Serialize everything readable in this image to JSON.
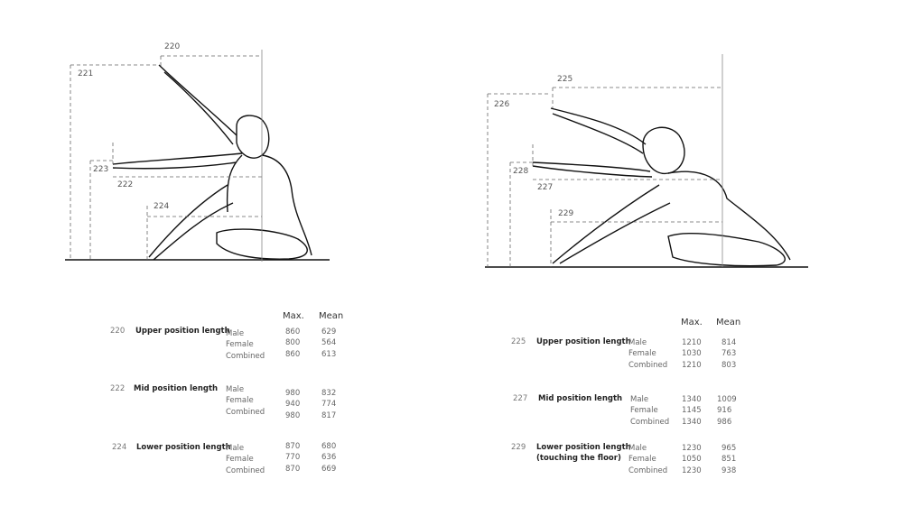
{
  "left": {
    "dims": [
      "220",
      "221",
      "223",
      "222",
      "224"
    ],
    "headers": {
      "max": "Max.",
      "mean": "Mean"
    },
    "rows": [
      {
        "id": "220",
        "name": "Upper position length",
        "groups": [
          "Male",
          "Female",
          "Combined"
        ],
        "max": [
          "860",
          "800",
          "860"
        ],
        "mean": [
          "629",
          "564",
          "613"
        ]
      },
      {
        "id": "222",
        "name": "Mid position length",
        "groups": [
          "Male",
          "Female",
          "Combined"
        ],
        "max": [
          "980",
          "940",
          "980"
        ],
        "mean": [
          "832",
          "774",
          "817"
        ]
      },
      {
        "id": "224",
        "name": "Lower position length",
        "groups": [
          "Male",
          "Female",
          "Combined"
        ],
        "max": [
          "870",
          "770",
          "870"
        ],
        "mean": [
          "680",
          "636",
          "669"
        ]
      }
    ]
  },
  "right": {
    "dims": [
      "225",
      "226",
      "228",
      "227",
      "229"
    ],
    "headers": {
      "max": "Max.",
      "mean": "Mean"
    },
    "rows": [
      {
        "id": "225",
        "name": "Upper position length",
        "groups": [
          "Male",
          "Female",
          "Combined"
        ],
        "max": [
          "1210",
          "1030",
          "1210"
        ],
        "mean": [
          "814",
          "763",
          "803"
        ]
      },
      {
        "id": "227",
        "name": "Mid position length",
        "groups": [
          "Male",
          "Female",
          "Combined"
        ],
        "max": [
          "1340",
          "1145",
          "1340"
        ],
        "mean": [
          "1009",
          "916",
          "986"
        ]
      },
      {
        "id": "229",
        "name": "Lower position length",
        "name2": "(touching the floor)",
        "groups": [
          "Male",
          "Female",
          "Combined"
        ],
        "max": [
          "1230",
          "1050",
          "1230"
        ],
        "mean": [
          "965",
          "851",
          "938"
        ]
      }
    ]
  }
}
